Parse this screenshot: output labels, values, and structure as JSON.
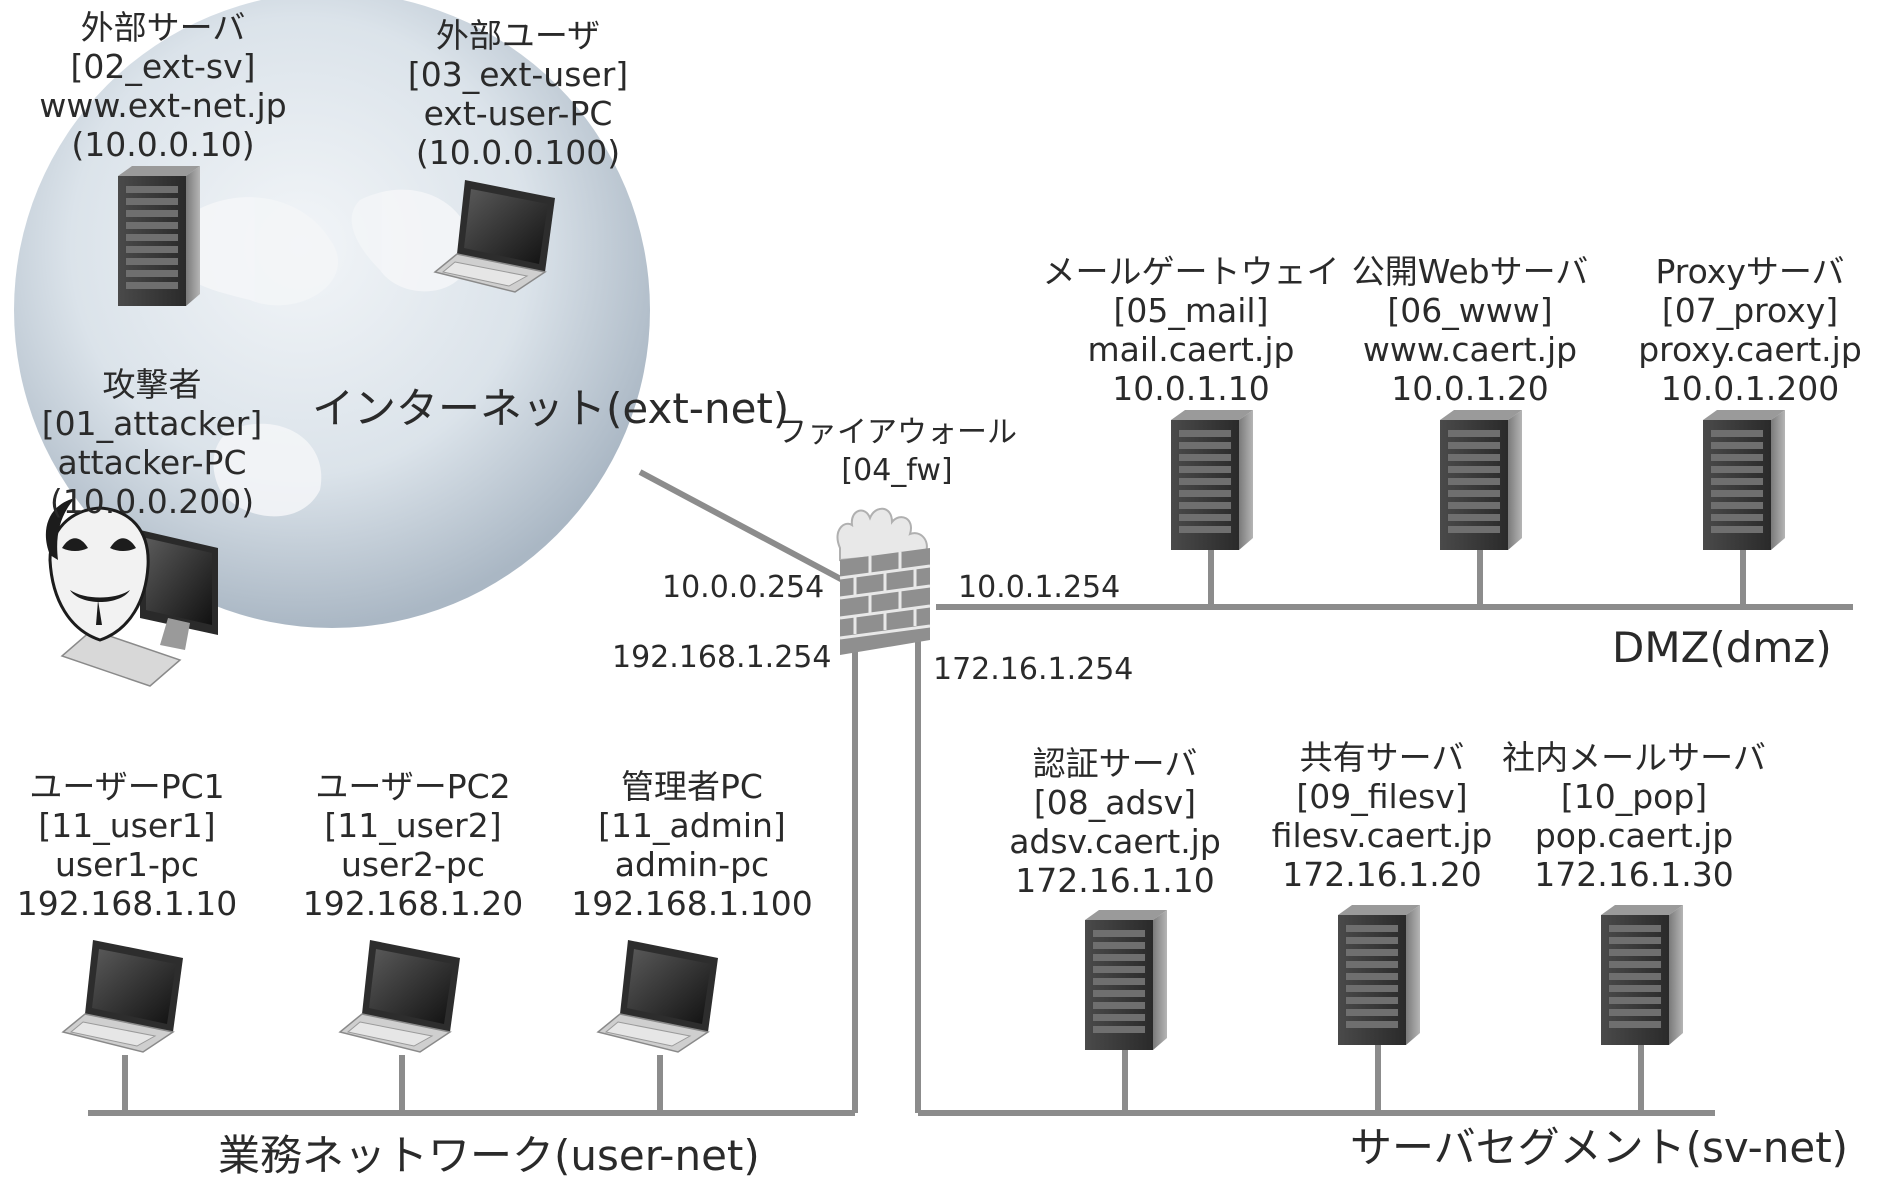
{
  "networks": {
    "internet": "インターネット(ext-net)",
    "dmz": "DMZ(dmz)",
    "user_net": "業務ネットワーク(user-net)",
    "sv_net": "サーバセグメント(sv-net)"
  },
  "interfaces": {
    "fw_ext": "10.0.0.254",
    "fw_dmz": "10.0.1.254",
    "fw_user": "192.168.1.254",
    "fw_sv": "172.16.1.254"
  },
  "nodes": {
    "ext_sv": {
      "role": "外部サーバ",
      "id": "[02_ext-sv]",
      "host": "www.ext-net.jp",
      "ip": "(10.0.0.10)",
      "icon": "server-icon"
    },
    "ext_user": {
      "role": "外部ユーザ",
      "id": "[03_ext-user]",
      "host": "ext-user-PC",
      "ip": "(10.0.0.100)",
      "icon": "laptop-icon"
    },
    "attacker": {
      "role": "攻撃者",
      "id": "[01_attacker]",
      "host": "attacker-PC",
      "ip": "(10.0.0.200)",
      "icon": "attacker-pc-icon"
    },
    "fw": {
      "role": "ファイアウォール",
      "id": "[04_fw]",
      "icon": "firewall-icon"
    },
    "mail": {
      "role": "メールゲートウェイ",
      "id": "[05_mail]",
      "host": "mail.caert.jp",
      "ip": "10.0.1.10",
      "icon": "server-icon"
    },
    "www": {
      "role": "公開Webサーバ",
      "id": "[06_www]",
      "host": "www.caert.jp",
      "ip": "10.0.1.20",
      "icon": "server-icon"
    },
    "proxy": {
      "role": "Proxyサーバ",
      "id": "[07_proxy]",
      "host": "proxy.caert.jp",
      "ip": "10.0.1.200",
      "icon": "server-icon"
    },
    "adsv": {
      "role": "認証サーバ",
      "id": "[08_adsv]",
      "host": "adsv.caert.jp",
      "ip": "172.16.1.10",
      "icon": "server-icon"
    },
    "filesv": {
      "role": "共有サーバ",
      "id": "[09_filesv]",
      "host": "filesv.caert.jp",
      "ip": "172.16.1.20",
      "icon": "server-icon"
    },
    "pop": {
      "role": "社内メールサーバ",
      "id": "[10_pop]",
      "host": "pop.caert.jp",
      "ip": "172.16.1.30",
      "icon": "server-icon"
    },
    "user1": {
      "role": "ユーザーPC1",
      "id": "[11_user1]",
      "host": "user1-pc",
      "ip": "192.168.1.10",
      "icon": "laptop-icon"
    },
    "user2": {
      "role": "ユーザーPC2",
      "id": "[11_user2]",
      "host": "user2-pc",
      "ip": "192.168.1.20",
      "icon": "laptop-icon"
    },
    "admin": {
      "role": "管理者PC",
      "id": "[11_admin]",
      "host": "admin-pc",
      "ip": "192.168.1.100",
      "icon": "laptop-icon"
    }
  },
  "colors": {
    "line": "#8a8a8a",
    "globe_light": "#e4ebf1",
    "globe_dark": "#a9b8c6",
    "device_dark": "#3b3b3b",
    "brick": "#6b6b6b"
  }
}
